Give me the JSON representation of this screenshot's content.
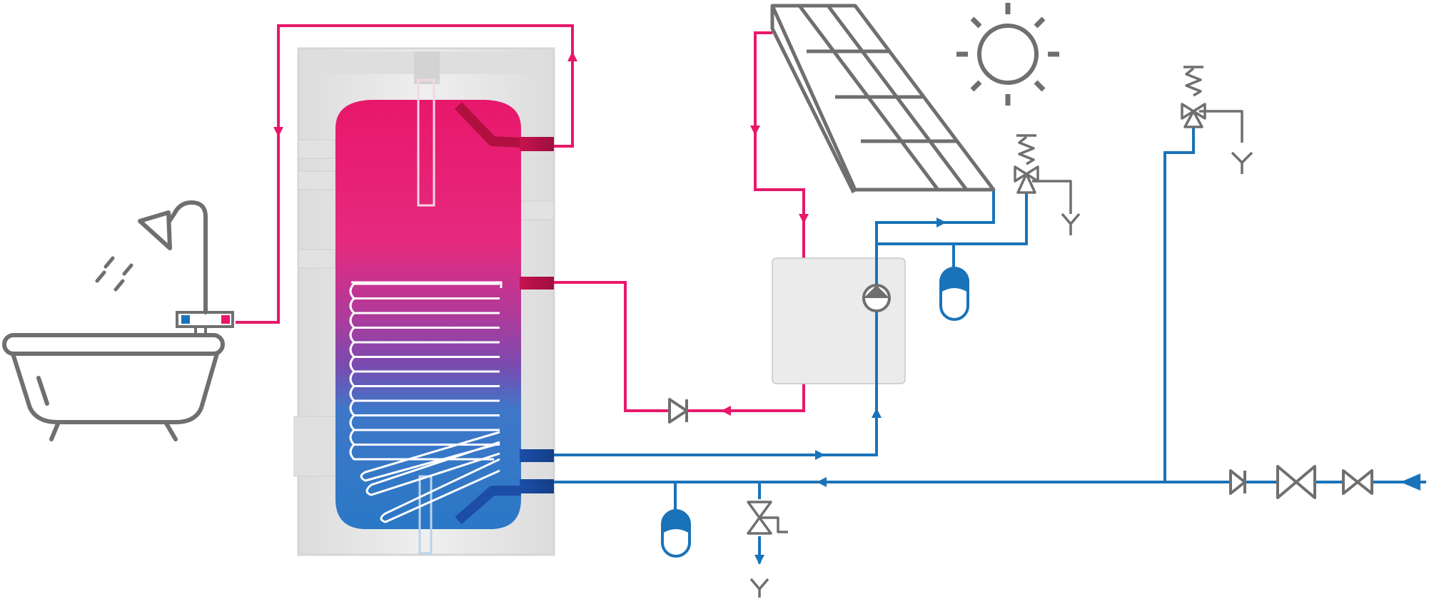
{
  "diagram": {
    "kind": "solar-water-heating-schematic",
    "labels": [],
    "colors": {
      "hot": "#e8176b",
      "cold": "#1a73b8",
      "equipment": "#6f6f70",
      "tank_shell": "#e7e7e8",
      "controller_box": "#ebebeb",
      "coil": "#ffffff"
    },
    "components": {
      "solar_panel": {
        "icon": "solar-collector-icon",
        "grid": [
          4,
          3
        ]
      },
      "sun": {
        "icon": "sun-icon",
        "rays": 8
      },
      "storage_tank": {
        "icon": "storage-tank-icon",
        "heat_exchanger": "coil"
      },
      "bathtub": {
        "icon": "bathtub-icon"
      },
      "shower": {
        "icon": "shower-head-icon"
      },
      "mixer_tap": {
        "icon": "mixer-tap-icon"
      },
      "controller": {
        "icon": "pump-station-icon"
      },
      "pump": {
        "icon": "circulation-pump-icon"
      },
      "expansion_vessels": {
        "icon": "expansion-vessel-icon",
        "count": 2
      },
      "safety_valves": {
        "icon": "safety-valve-icon",
        "count": 3
      },
      "check_valves": {
        "icon": "check-valve-icon",
        "count": 2
      },
      "shutoff_valves": {
        "icon": "gate-valve-icon",
        "count": 2
      },
      "drains": {
        "icon": "drain-funnel-icon",
        "count": 3
      }
    }
  }
}
